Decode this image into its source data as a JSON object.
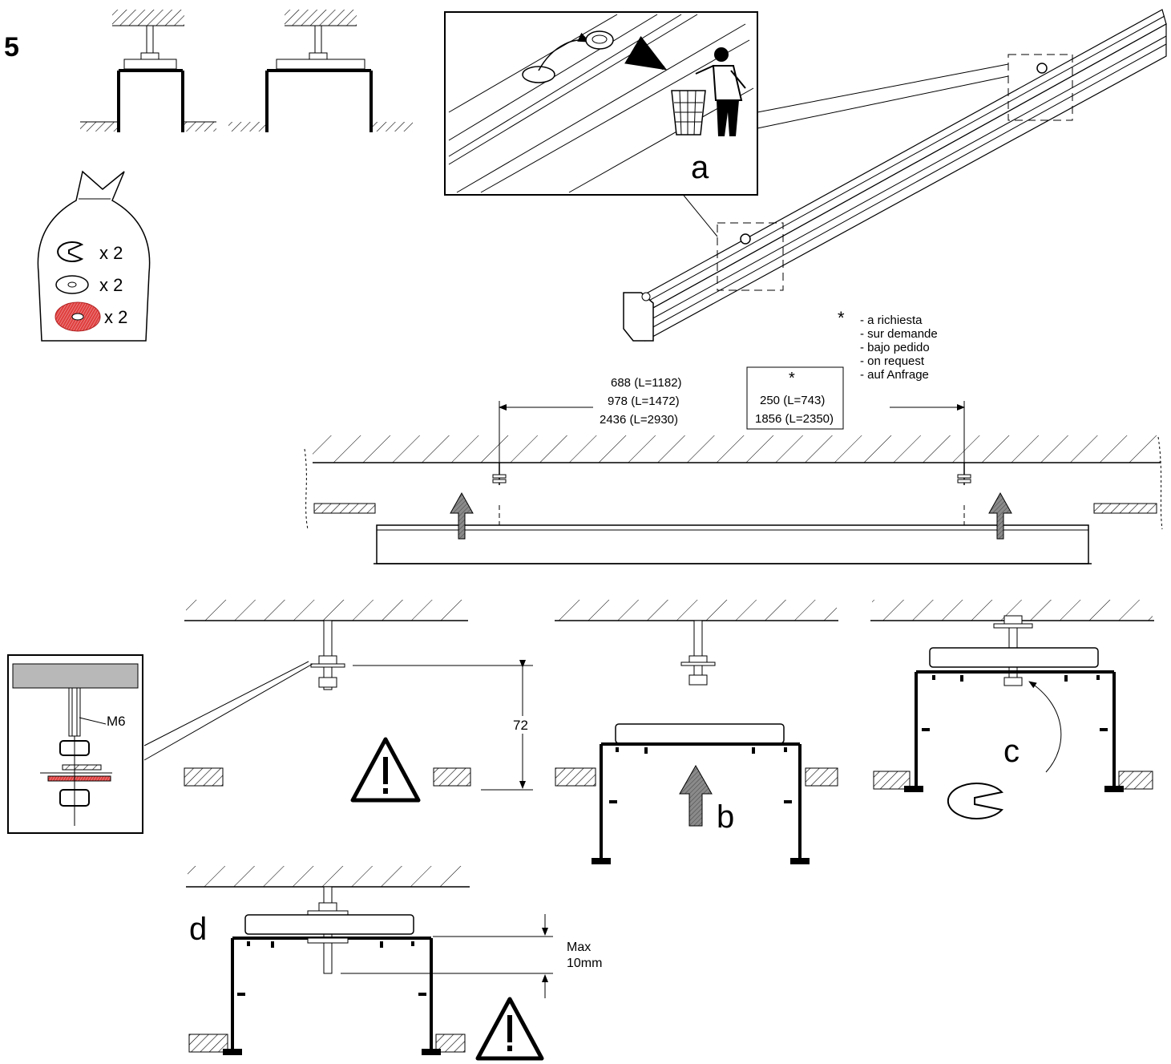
{
  "step_number": "5",
  "bag_items": [
    {
      "icon": "c-clip-icon",
      "qty": "x 2"
    },
    {
      "icon": "washer-icon",
      "qty": "x 2"
    },
    {
      "icon": "red-gasket-icon",
      "qty": "x 2"
    }
  ],
  "labels": {
    "a": "a",
    "b": "b",
    "c": "c",
    "d": "d"
  },
  "on_request": {
    "marker": "*",
    "lines": [
      "- a richiesta",
      "- sur demande",
      "- bajo pedido",
      "- on request",
      "- auf Anfrage"
    ]
  },
  "dimensions": {
    "standard": [
      "688 (L=1182)",
      "978 (L=1472)",
      "2436 (L=2930)"
    ],
    "optional_marker": "*",
    "optional": [
      "250 (L=743)",
      "1856 (L=2350)"
    ],
    "gap": "72",
    "thread": "M6",
    "max_label_1": "Max",
    "max_label_2": "10mm"
  },
  "colors": {
    "gasket_red": "#e04040",
    "ceiling_grey": "#b8b8b8",
    "arrow_grey": "#8a8a8a"
  }
}
